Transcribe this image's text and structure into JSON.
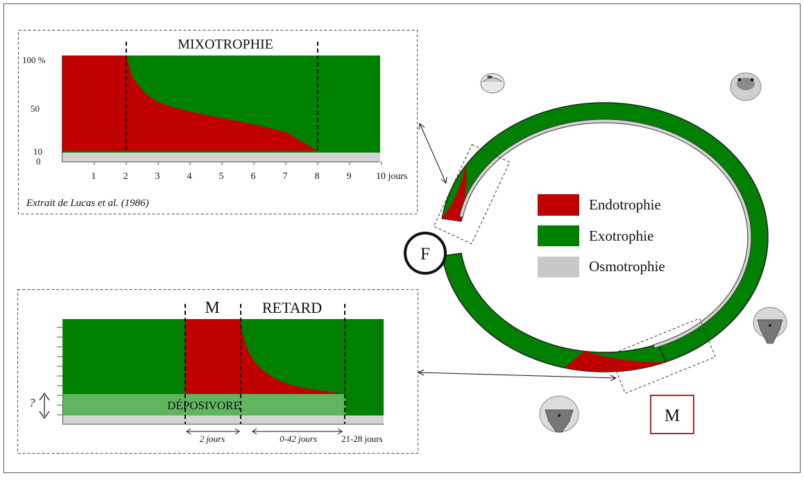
{
  "colors": {
    "endotrophie": "#c00000",
    "exotrophie": "#008000",
    "osmotrophie": "#d3d3d3",
    "deposivore": "#5fb65f",
    "frame": "#444444"
  },
  "top_panel": {
    "title": "MIXOTROPHIE",
    "y_tick_labels": [
      "100 %",
      "50",
      "10",
      "0"
    ],
    "x_tick_labels": [
      "1",
      "2",
      "3",
      "4",
      "5",
      "6",
      "7",
      "8",
      "9",
      "10 jours"
    ],
    "citation": "Extrait de Lucas et al. (1986)"
  },
  "bottom_panel": {
    "label_m": "M",
    "label_retard": "RETARD",
    "band_label": "DÉPOSIVORE",
    "question_mark": "?",
    "spans": [
      "2 jours",
      "0-42 jours"
    ],
    "end_label": "21-28 jours"
  },
  "cycle": {
    "start_marker": "F",
    "end_marker": "M"
  },
  "legend": {
    "items": [
      {
        "label": "Endotrophie",
        "color": "#c00000"
      },
      {
        "label": "Exotrophie",
        "color": "#008000"
      },
      {
        "label": "Osmotrophie",
        "color": "#c8c8c8"
      }
    ]
  },
  "chart_data": [
    {
      "type": "area",
      "title": "MIXOTROPHIE",
      "xlabel": "jours",
      "ylabel": "%",
      "xlim": [
        0,
        10
      ],
      "ylim": [
        0,
        100
      ],
      "x_ticks": [
        1,
        2,
        3,
        4,
        5,
        6,
        7,
        8,
        9,
        10
      ],
      "y_ticks": [
        0,
        10,
        50,
        100
      ],
      "markers": [
        2,
        8
      ],
      "series": [
        {
          "name": "Osmotrophie",
          "x": [
            0,
            10
          ],
          "values": [
            10,
            10
          ]
        },
        {
          "name": "Endotrophie",
          "x": [
            0,
            2,
            2.2,
            2.6,
            3,
            3.5,
            4,
            5,
            6,
            7,
            8,
            10
          ],
          "values": [
            100,
            100,
            79,
            64,
            56,
            51,
            47,
            41,
            35,
            28,
            10,
            10
          ]
        },
        {
          "name": "Exotrophie",
          "x": [
            0,
            10
          ],
          "values": [
            100,
            100
          ]
        }
      ]
    }
  ]
}
